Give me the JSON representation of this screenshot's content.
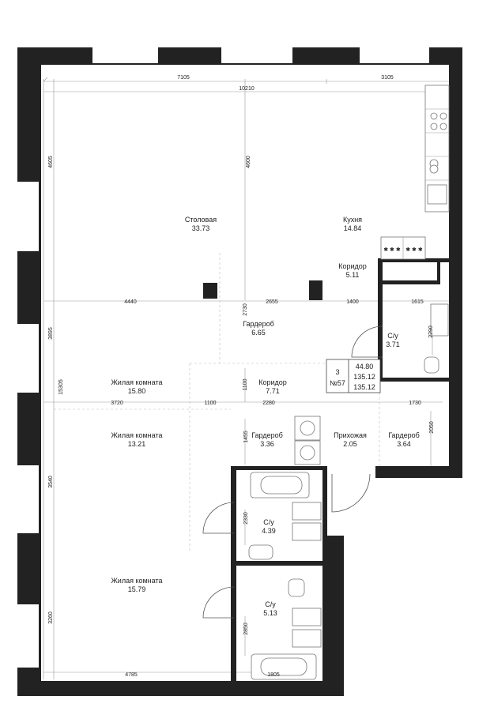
{
  "colors": {
    "wall": "#222222",
    "background": "#ffffff",
    "line": "#999999"
  },
  "rooms": [
    {
      "name": "Столовая",
      "area": "33.73"
    },
    {
      "name": "Кухня",
      "area": "14.84"
    },
    {
      "name": "Коридор",
      "area": "5.11"
    },
    {
      "name": "Гардероб",
      "area": "6.65"
    },
    {
      "name": "С/у",
      "area": "3.71"
    },
    {
      "name": "Жилая комната",
      "area": "15.80"
    },
    {
      "name": "Коридор",
      "area": "7.71"
    },
    {
      "name": "Жилая комната",
      "area": "13.21"
    },
    {
      "name": "Гардероб",
      "area": "3.36"
    },
    {
      "name": "Прихожая",
      "area": "2.05"
    },
    {
      "name": "Гардероб",
      "area": "3.64"
    },
    {
      "name": "С/у",
      "area": "4.39"
    },
    {
      "name": "Жилая комната",
      "area": "15.79"
    },
    {
      "name": "С/у",
      "area": "5.13"
    }
  ],
  "info": {
    "rooms": "3",
    "number": "№57",
    "living_area": "44.80",
    "total_area": "135.12",
    "total_area_2": "135.12"
  },
  "dimensions": [
    "7105",
    "3105",
    "10210",
    "4605",
    "4600",
    "4440",
    "2655",
    "1400",
    "1615",
    "2730",
    "2290",
    "3895",
    "15305",
    "1100",
    "3720",
    "1100",
    "2280",
    "1730",
    "2050",
    "1455",
    "3540",
    "2330",
    "3260",
    "2850",
    "4785",
    "1805"
  ]
}
